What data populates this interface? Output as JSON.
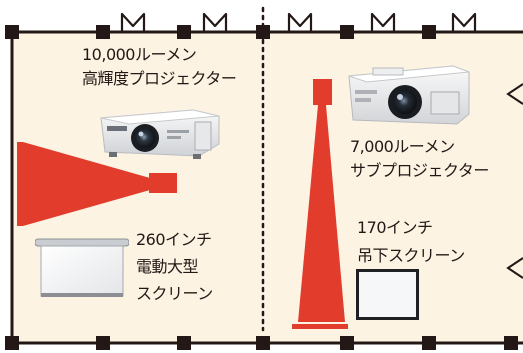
{
  "colors": {
    "floor": "#fcf3e3",
    "wall": "#231815",
    "accent": "#e23d2c",
    "divider": "#231815"
  },
  "main_projector": {
    "label_line1": "10,000ルーメン",
    "label_line2": "高輝度プロジェクター",
    "icon": "projector-icon"
  },
  "sub_projector": {
    "label_line1": "7,000ルーメン",
    "label_line2": "サブプロジェクター",
    "icon": "projector-icon"
  },
  "large_screen": {
    "label_line1": "260インチ",
    "label_line2": "電動大型",
    "label_line3": "スクリーン",
    "icon": "roll-screen-icon"
  },
  "hanging_screen": {
    "label_line1": "170インチ",
    "label_line2": "吊下スクリーン",
    "icon": "framed-screen-icon"
  },
  "icons": [
    "door-icon",
    "projection-beam-icon",
    "pillar-icon"
  ]
}
